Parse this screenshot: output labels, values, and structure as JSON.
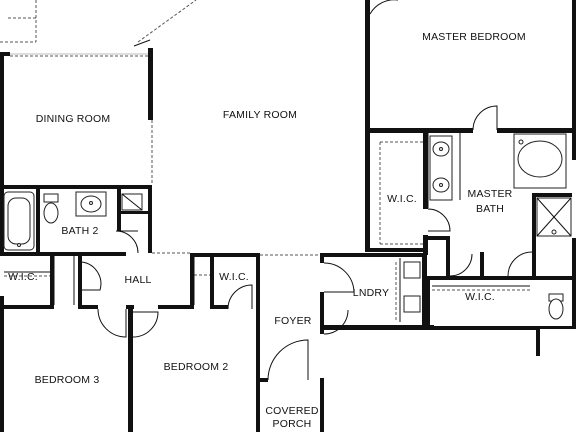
{
  "rooms": {
    "master_bedroom": "MASTER BEDROOM",
    "dining_room": "DINING ROOM",
    "family_room": "FAMILY ROOM",
    "master_bath_line1": "MASTER",
    "master_bath_line2": "BATH",
    "wic_master_left": "W.I.C.",
    "bath_2": "BATH 2",
    "hall": "HALL",
    "wic_left": "W.I.C.",
    "wic_center": "W.I.C.",
    "laundry": "LNDRY",
    "wic_master_bottom": "W.I.C.",
    "foyer": "FOYER",
    "bedroom_3": "BEDROOM 3",
    "bedroom_2": "BEDROOM 2",
    "covered_porch_line1": "COVERED",
    "covered_porch_line2": "PORCH"
  },
  "colors": {
    "wall": "#111111",
    "background": "#ffffff"
  }
}
